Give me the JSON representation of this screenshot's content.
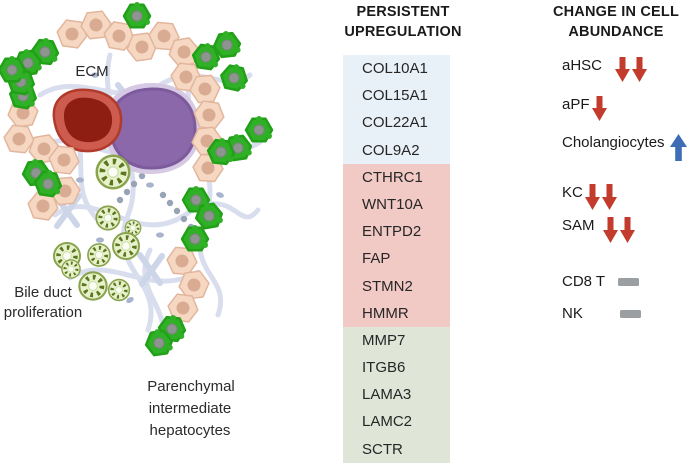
{
  "illustration": {
    "labels": {
      "ecm": "ECM",
      "bile_duct_line1": "Bile duct",
      "bile_duct_line2": "proliferation",
      "parenchymal_line1": "Parenchymal",
      "parenchymal_line2": "intermediate",
      "parenchymal_line3": "hepatocytes"
    }
  },
  "upregulation": {
    "title": "PERSISTENT UPREGULATION",
    "sections": [
      {
        "name": "collagen-genes",
        "color": "#e9f1f8",
        "genes": [
          "COL10A1",
          "COL15A1",
          "COL22A1",
          "COL9A2"
        ]
      },
      {
        "name": "fibrosis-genes",
        "color": "#f2cac5",
        "genes": [
          "CTHRC1",
          "WNT10A",
          "ENTPD2",
          "FAP",
          "STMN2",
          "HMMR"
        ]
      },
      {
        "name": "epithelial-genes",
        "color": "#dfe6d8",
        "genes": [
          "MMP7",
          "ITGB6",
          "LAMA3",
          "LAMC2",
          "SCTR"
        ]
      }
    ]
  },
  "abundance": {
    "title": "CHANGE IN CELL ABUNDANCE",
    "items": [
      {
        "label": "aHSC",
        "change": "down",
        "arrow_count": 2
      },
      {
        "label": "aPF",
        "change": "down",
        "arrow_count": 1
      },
      {
        "label": "Cholangiocytes",
        "change": "up",
        "arrow_count": 1
      },
      {
        "label": "KC",
        "change": "down",
        "arrow_count": 2
      },
      {
        "label": "SAM",
        "change": "down",
        "arrow_count": 2
      },
      {
        "label": "CD8 T",
        "change": "no-change",
        "arrow_count": 0
      },
      {
        "label": "NK",
        "change": "no-change",
        "arrow_count": 0
      }
    ]
  },
  "colors": {
    "down_arrow": "#c23b2c",
    "up_arrow": "#3e6db5",
    "no_change_dash": "#9b9fa2",
    "collagen_box": "#e9f1f8",
    "fibrosis_box": "#f2cac5",
    "epithelial_box": "#dfe6d8"
  }
}
